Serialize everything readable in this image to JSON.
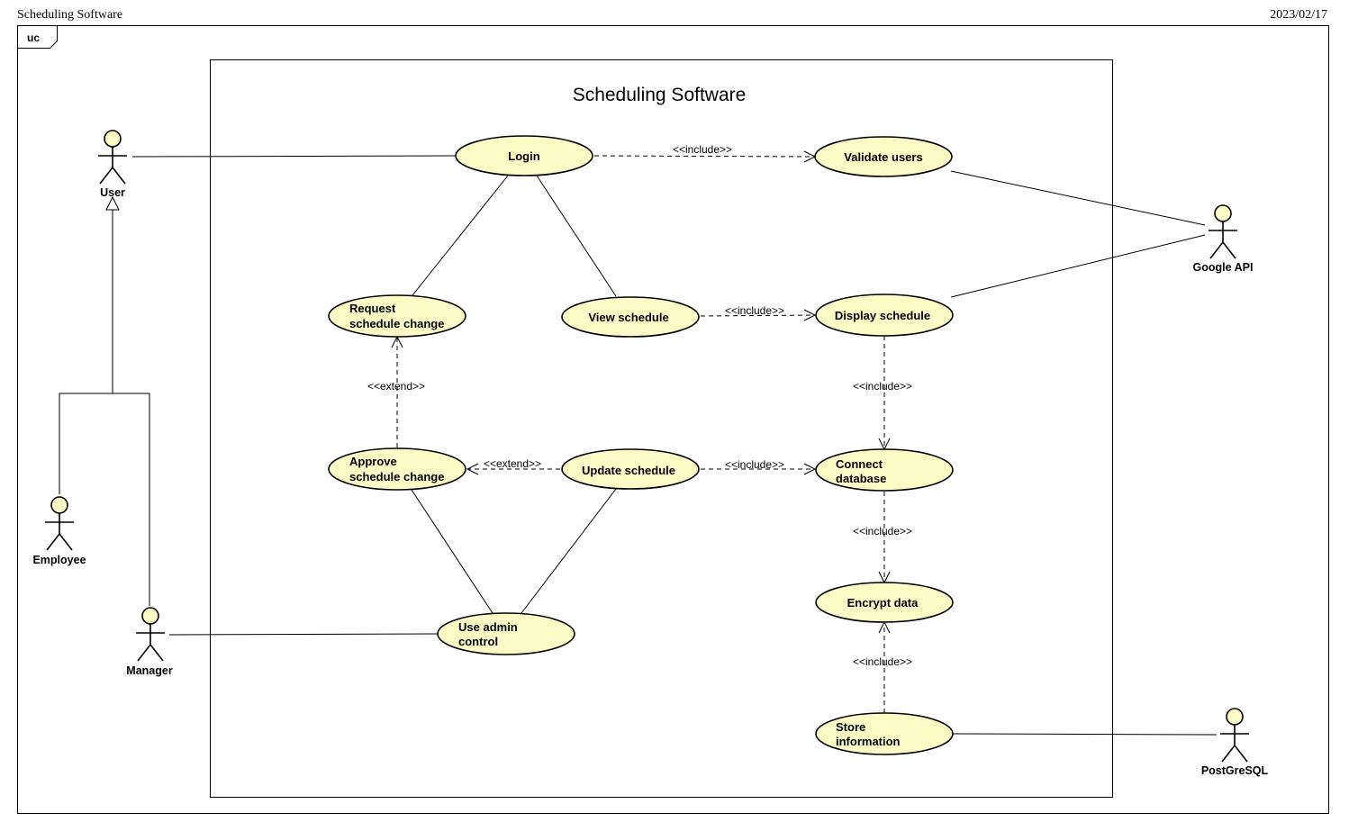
{
  "header": {
    "title": "Scheduling Software",
    "date": "2023/02/17"
  },
  "frame": {
    "tab": "uc"
  },
  "system": {
    "name": "Scheduling Software"
  },
  "actors": {
    "user": "User",
    "employee": "Employee",
    "manager": "Manager",
    "google_api": "Google API",
    "postgresql": "PostGreSQL"
  },
  "use_cases": {
    "login": [
      "Login"
    ],
    "validate_users": [
      "Validate users"
    ],
    "request_change": [
      "Request",
      "schedule change"
    ],
    "view_schedule": [
      "View schedule"
    ],
    "display_schedule": [
      "Display schedule"
    ],
    "approve_change": [
      "Approve",
      "schedule change"
    ],
    "update_schedule": [
      "Update schedule"
    ],
    "connect_database": [
      "Connect",
      "database"
    ],
    "encrypt_data": [
      "Encrypt data"
    ],
    "use_admin": [
      "Use admin",
      "control"
    ],
    "store_info": [
      "Store",
      "information"
    ]
  },
  "relations": {
    "include": "<<include>>",
    "extend": "<<extend>>"
  }
}
